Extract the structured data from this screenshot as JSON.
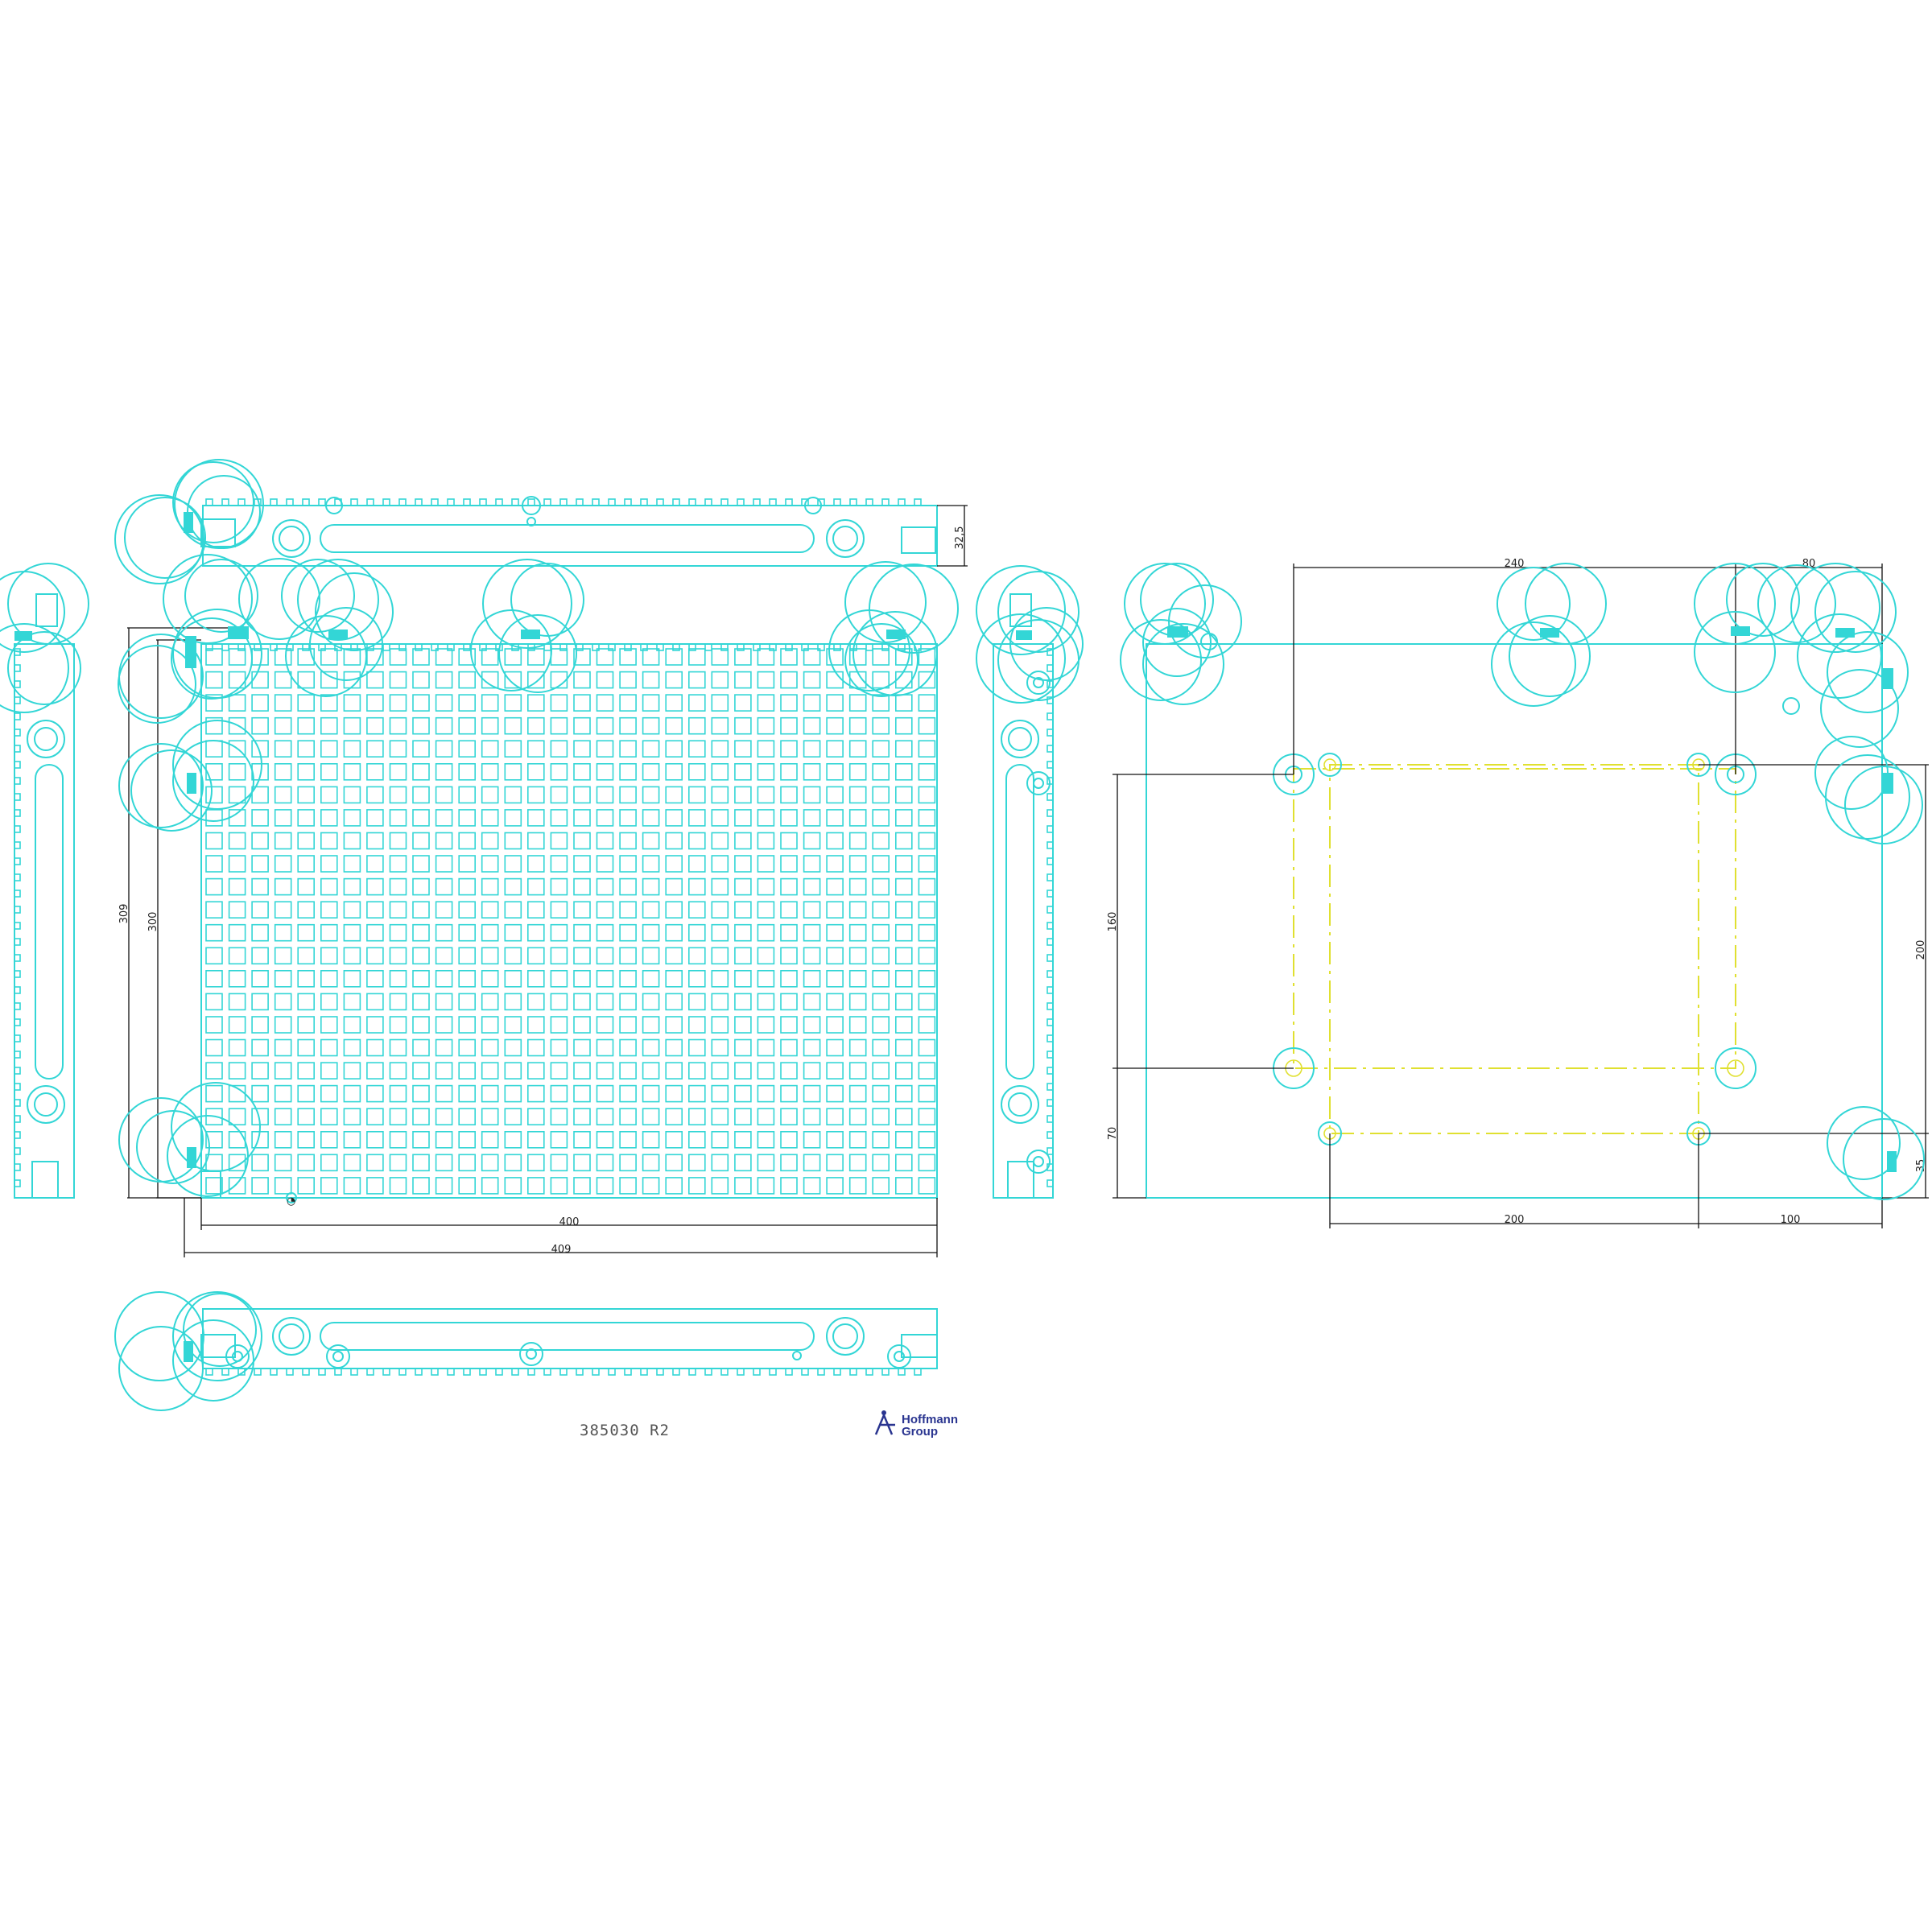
{
  "drawing": {
    "part_number": "385030 R2",
    "logo_text": [
      "Hoffmann",
      "Group"
    ],
    "colors": {
      "geometry": "#33d6d6",
      "dimension": "#111111",
      "centerline": "#e0e030",
      "logo": "#2a3590"
    }
  },
  "dimensions": {
    "top_view_height": "32,5",
    "front_total_width": "409",
    "front_grid_width": "400",
    "front_total_height": "309",
    "front_grid_height": "300",
    "rear_spacing_top": "240",
    "rear_edge_top": "80",
    "rear_height_left": "160",
    "rear_bottom_left": "70",
    "rear_height_right": "200",
    "rear_bottom_right": "35",
    "rear_spacing_bottom": "200",
    "rear_edge_bottom": "100"
  }
}
